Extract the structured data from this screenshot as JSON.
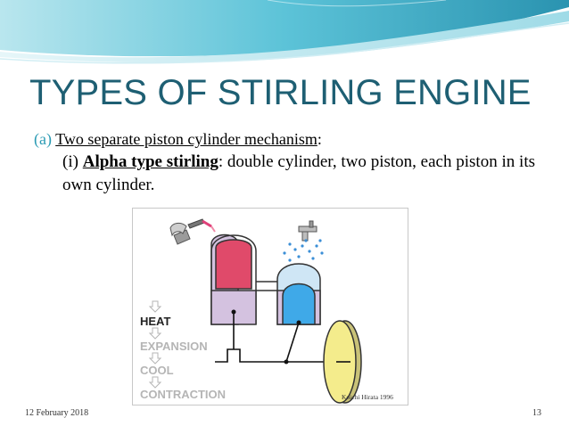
{
  "slide": {
    "title": "TYPES OF STIRLING ENGINE",
    "point_a": {
      "marker": "(a)",
      "text": "Two separate piston cylinder mechanism",
      "suffix": ":"
    },
    "point_i": {
      "marker": "(i)",
      "bold_text": "Alpha type stirling",
      "text": ": double cylinder, two piston, each piston in its own cylinder."
    }
  },
  "diagram": {
    "stages": [
      "HEAT",
      "EXPANSION",
      "COOL",
      "CONTRACTION"
    ],
    "active_stage": "HEAT",
    "credit": "Koichi Hirata 1996",
    "colors": {
      "hot_piston": "#e04a6a",
      "cold_piston": "#3fa9e8",
      "cylinder": "#d4c2e0",
      "flywheel": "#f4ec8c",
      "active_text": "#222222",
      "inactive_text": "#b5b5b5"
    }
  },
  "footer": {
    "date": "12 February 2018",
    "page": "13"
  }
}
